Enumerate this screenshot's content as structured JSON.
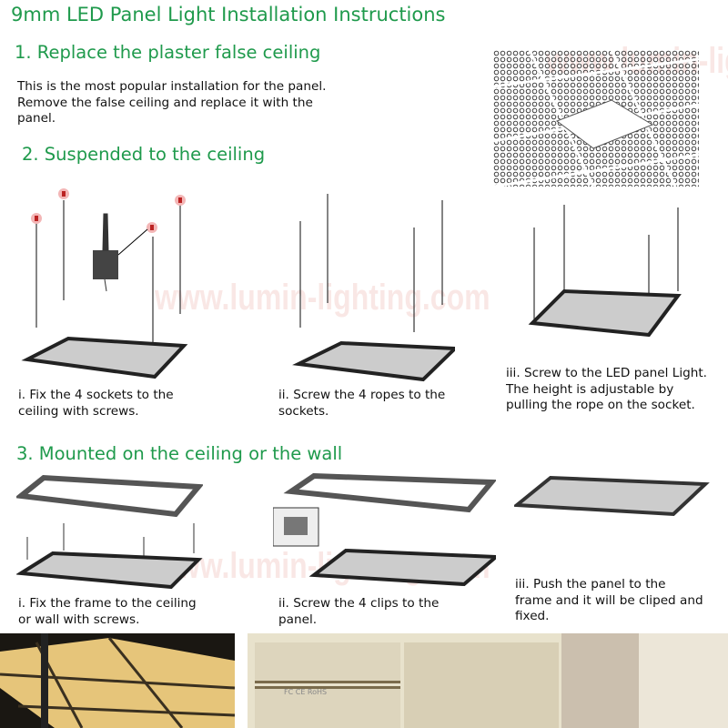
{
  "title": "9mm LED Panel Light Installation Instructions",
  "watermark": "www.lumin-lighting.com",
  "accent_color": "#1f9a4c",
  "sections": [
    {
      "heading": "1. Replace the plaster false ceiling",
      "body": [
        "This is the most popular installation for the panel.",
        "Remove the false ceiling and replace it with the",
        "panel."
      ]
    },
    {
      "heading": "2. Suspended to the ceiling",
      "steps": [
        {
          "lines": [
            "i. Fix the 4 sockets to the",
            "ceiling with screws."
          ]
        },
        {
          "lines": [
            "ii. Screw the 4 ropes to the",
            "sockets."
          ]
        },
        {
          "lines": [
            "iii. Screw to the LED panel Light.",
            "The height is adjustable by",
            "pulling the rope on the socket."
          ]
        }
      ]
    },
    {
      "heading": "3. Mounted on the ceiling or the wall",
      "steps": [
        {
          "lines": [
            "i. Fix the frame to the ceiling",
            " or wall with screws."
          ]
        },
        {
          "lines": [
            "ii. Screw the 4 clips to the",
            "panel."
          ]
        },
        {
          "lines": [
            "iii. Push the panel to the",
            "frame and it will be cliped and",
            "fixed."
          ]
        }
      ]
    }
  ],
  "photos": {
    "box_label": "FC CE RoHS"
  }
}
